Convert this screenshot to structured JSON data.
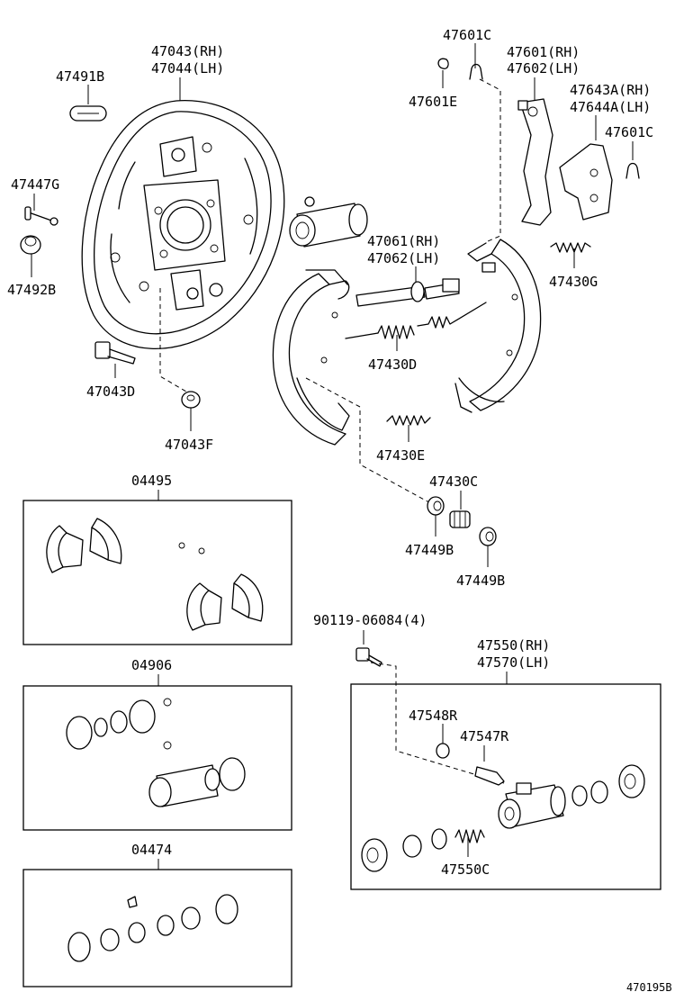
{
  "labels": {
    "backing_plate_rh": "47043(RH)",
    "backing_plate_lh": "47044(LH)",
    "plug": "47491B",
    "pin": "47447G",
    "grommet": "47492B",
    "bolt": "47043D",
    "nut": "47043F",
    "clip_c_top": "47601C",
    "lever_rh": "47601(RH)",
    "lever_lh": "47602(LH)",
    "clip_e": "47601E",
    "plate_rh": "47643A(RH)",
    "plate_lh": "47644A(LH)",
    "clip_c_right": "47601C",
    "adjuster_rh": "47061(RH)",
    "adjuster_lh": "47062(LH)",
    "spring_g": "47430G",
    "spring_d": "47430D",
    "spring_e": "47430E",
    "spring_c": "47430C",
    "cup_left": "47449B",
    "cup_right": "47449B",
    "kit_shoes": "04495",
    "kit_cylinder": "04906",
    "kit_repair": "04474",
    "cyl_bolt": "90119-06084(4)",
    "wheel_cyl_rh": "47550(RH)",
    "wheel_cyl_lh": "47570(LH)",
    "bleeder_cap": "47548R",
    "bleeder_plug": "47547R",
    "cyl_spring": "47550C",
    "diagram_ref": "470195B"
  }
}
